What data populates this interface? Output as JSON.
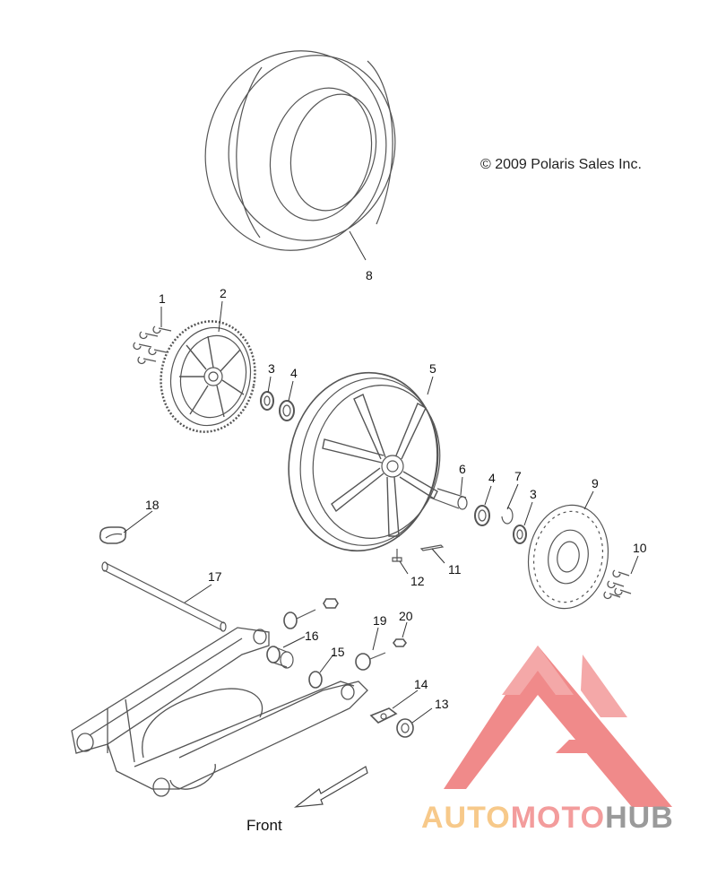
{
  "copyright": "© 2009 Polaris Sales Inc.",
  "front_label": "Front",
  "watermark": {
    "part1": "AUTO",
    "part2": "MOTO",
    "part3": "HUB",
    "colors": {
      "auto": "#f7c98a",
      "moto": "#f39c9c",
      "hub": "#9a9a9a",
      "logo": "#f08a8a"
    }
  },
  "callouts": [
    "1",
    "2",
    "3",
    "4",
    "5",
    "6",
    "4",
    "7",
    "3",
    "9",
    "8",
    "10",
    "11",
    "12",
    "17",
    "18",
    "19",
    "20",
    "16",
    "15",
    "14",
    "13"
  ],
  "colors": {
    "line": "#555555",
    "text": "#111111"
  }
}
